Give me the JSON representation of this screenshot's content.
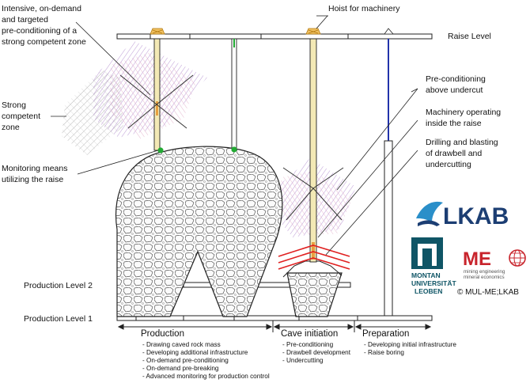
{
  "labels": {
    "hoist": "Hoist for machinery",
    "raise_level": "Raise Level",
    "intensive_1": "Intensive, on-demand",
    "intensive_2": "and targeted",
    "intensive_3": "pre-conditioning of a",
    "intensive_4": "strong competent zone",
    "strong_1": "Strong",
    "strong_2": "competent",
    "strong_3": "zone",
    "monitoring_1": "Monitoring means",
    "monitoring_2": "utilizing the raise",
    "precond_1": "Pre-conditioning",
    "precond_2": "above undercut",
    "machinery_1": "Machinery operating",
    "machinery_2": "inside the raise",
    "drilling_1": "Drilling and blasting",
    "drilling_2": "of drawbell and",
    "drilling_3": "undercutting",
    "production_level_2": "Production Level 2",
    "production_level_1": "Production Level 1"
  },
  "phases": [
    {
      "title": "Production",
      "items": [
        "- Drawing caved rock mass",
        "- Developing additional infrastructure",
        "- On-demand pre-conditioning",
        "- On-demand pre-breaking",
        "- Advanced monitoring for production control"
      ]
    },
    {
      "title": "Cave initiation",
      "items": [
        "- Pre-conditioning",
        "- Drawbell development",
        "- Undercutting"
      ]
    },
    {
      "title": "Preparation",
      "items": [
        "- Developing initial infrastructure",
        "- Raise boring"
      ]
    }
  ],
  "logos": {
    "lkab": "LKAB",
    "montan_1": "MONTAN",
    "montan_2": "UNIVERSITÄT",
    "montan_3": "LEOBEN",
    "me_text": "ME",
    "me_sub_1": "mining engineering",
    "me_sub_2": "mineral economics",
    "copyright": "© MUL-ME;LKAB"
  },
  "colors": {
    "hatch_purple": "#b48fd0",
    "hatch_pink": "#e0a8c4",
    "monitor_green": "#22aa33",
    "drill_red": "#e02020",
    "raise_blue": "#2233aa",
    "raise_fill": "#f3e9b5"
  }
}
